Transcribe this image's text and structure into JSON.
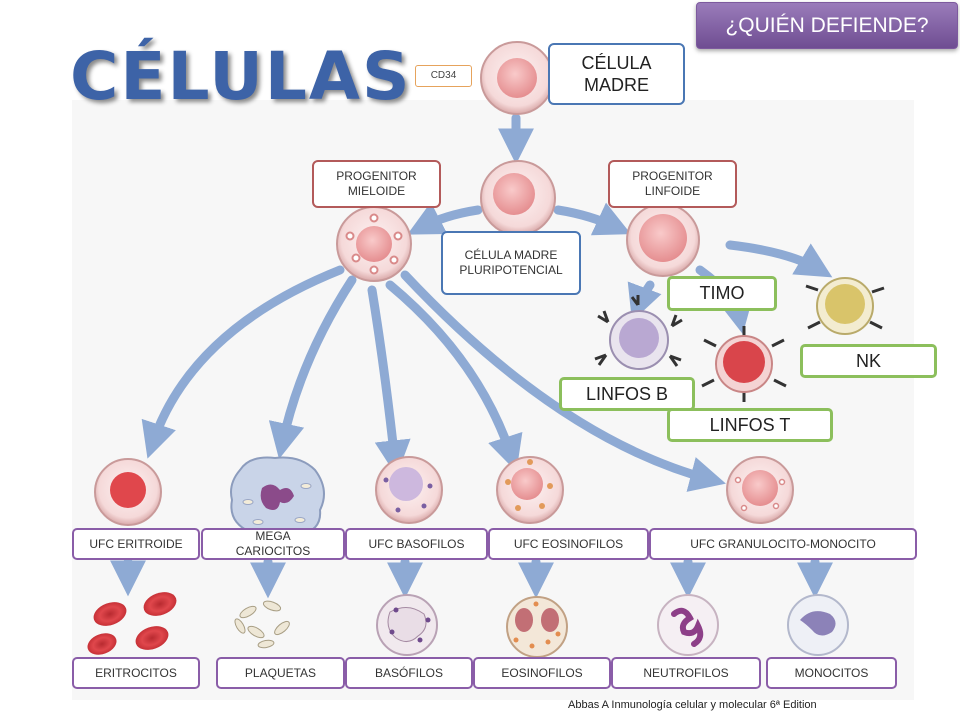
{
  "header": {
    "title": "CÉLULAS",
    "top_button": "¿QUIÉN DEFIENDE?"
  },
  "labels": {
    "celula_madre": "CÉLULA\nMADRE",
    "cd34": "CD34",
    "progenitor_mieloide": "PROGENITOR\nMIELOIDE",
    "progenitor_linfoide": "PROGENITOR\nLINFOIDE",
    "celula_madre_pluripotencial": "CÉLULA MADRE\nPLURIPOTENCIAL",
    "timo": "TIMO",
    "nk": "NK",
    "linfos_b": "LINFOS B",
    "linfos_t": "LINFOS T",
    "ufc_eritroide": "UFC ERITROIDE",
    "megacariocitos": "MEGA\nCARIOCITOS",
    "ufc_basofilos": "UFC BASOFILOS",
    "ufc_eosinofilos": "UFC EOSINOFILOS",
    "ufc_granulocito_monocito": "UFC GRANULOCITO-MONOCITO",
    "eritrocitos": "ERITROCITOS",
    "plaquetas": "PLAQUETAS",
    "basofilos": "BASÓFILOS",
    "eosinofilos": "EOSINOFILOS",
    "neutrofilos": "NEUTROFILOS",
    "monocitos": "MONOCITOS"
  },
  "citation": "Abbas A Inmunología celular y molecular 6ª Edition",
  "colors": {
    "title": "#3d63a7",
    "button": "#7d5a9e",
    "blue_border": "#4a77b4",
    "red_border": "#b35a5a",
    "orange_border": "#e6a35c",
    "green_border": "#8cbf5c",
    "purple_border": "#8a5da8",
    "arrow": "#8eaad4",
    "cell_membrane": "#f6dcdc",
    "cell_nucleus": "#f2a9a9",
    "erythrocyte": "#d9383e"
  }
}
